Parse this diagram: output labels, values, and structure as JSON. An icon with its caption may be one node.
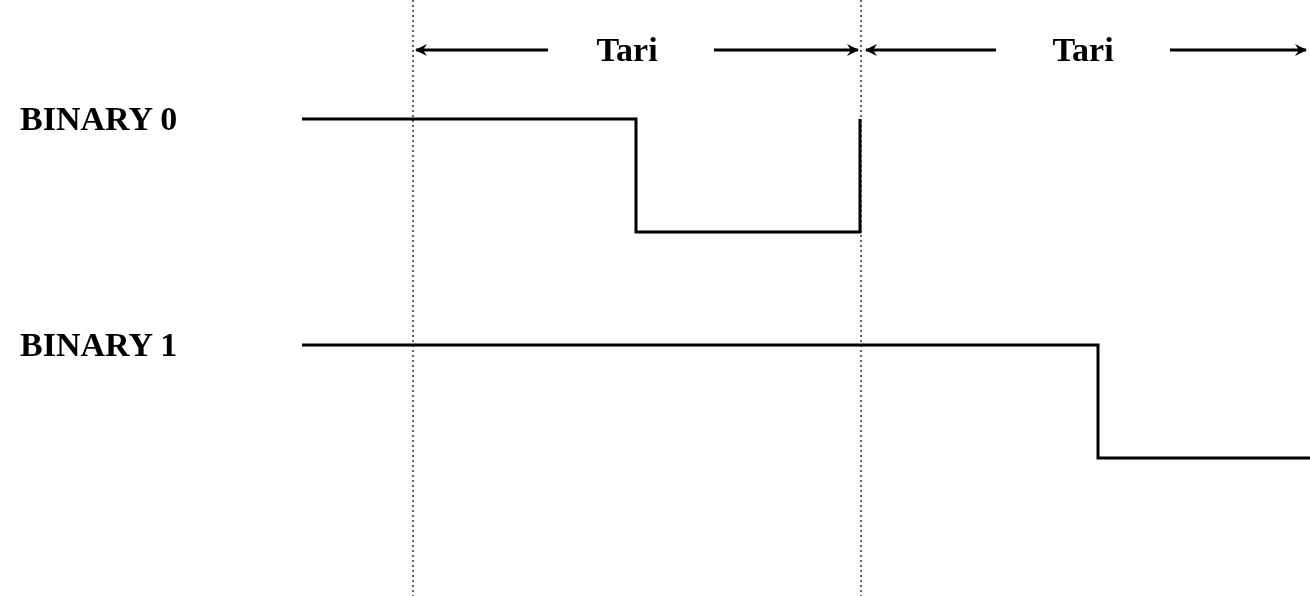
{
  "diagram": {
    "labels": [
      "Tari",
      "Tari",
      "BINARY 0",
      "BINARY 1"
    ]
  }
}
